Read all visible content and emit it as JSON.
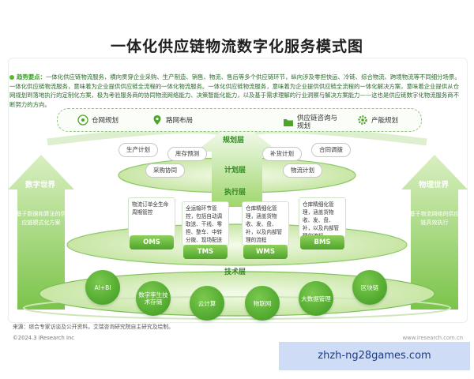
{
  "title": "一体化供应链物流数字化服务模式图",
  "trend": {
    "label": "趋势要点：",
    "text": "一体化供应链物流服务，横向贯穿企业采购、生产制造、销售、物流、售后等多个供应链环节，纵向涉及零担快运、冷链、综合物流、跨境物流等不同细分场景。一体化供应链物流服务，意味着为企业提供供应链全流程的一体化物流服务。一体化供应链物流服务，意味着为企业提供供应链全流程的一体化解决方案，意味着企业提供从仓网规划到落地执行的定制化方案，极为考验服务商的协同物流网络能力、决策智能化能力，以及基于需求理解的行业洞察与解决方案能力——这也是供应链数字化物流服务商不断努力的方向。"
  },
  "planning": {
    "layer": "规划层",
    "items": [
      {
        "label": "仓网规划",
        "icon": "warehouse-network-icon"
      },
      {
        "label": "路网布局",
        "icon": "location-pin-icon"
      },
      {
        "label": "供应链咨询与规划",
        "icon": "folder-icon"
      },
      {
        "label": "产能规划",
        "icon": "gear-icon"
      }
    ]
  },
  "plan_layer": {
    "layer": "计划层",
    "items": [
      "生产计划",
      "库存预测",
      "补货计划",
      "合同调拨",
      "采购协同",
      "物流计划"
    ]
  },
  "exec_layer": {
    "layer": "执行层",
    "systems": [
      {
        "name": "OMS",
        "desc": "物流订单全生命周期管控"
      },
      {
        "name": "TMS",
        "desc": "全运输环节管控，包括自动调取送、干线、零担、整车、中转分拨、现场配送"
      },
      {
        "name": "WMS",
        "desc": "仓库精细化管理，涵盖货物收、发、盘、补，以及内部管理的流程"
      },
      {
        "name": "BMS",
        "desc": "仓库精细化管理，涵盖货物收、发、盘、补，以及内部管理的流程"
      }
    ]
  },
  "tech_layer": {
    "layer": "技术层",
    "items": [
      "AI+BI",
      "数字孪生技术存储",
      "云计算",
      "物联网",
      "大数据管理",
      "区块链"
    ]
  },
  "left": {
    "title": "数字世界",
    "text": "基于数据和算法的供应链模式化方案"
  },
  "right": {
    "title": "物理世界",
    "text": "基于物流网络的供应链高效执行"
  },
  "source": "来源：综合专家访谈及公开资料，艾瑞咨询研究院自主研究及绘制。",
  "copyright": "©2024.3 iResearch Inc",
  "site": "www.iresearch.com.cn",
  "watermark": "zhzh-ng28games.com",
  "colors": {
    "accent": "#4ea52a",
    "light_green": "#b9e08f",
    "dark_green": "#2e8b1e"
  }
}
